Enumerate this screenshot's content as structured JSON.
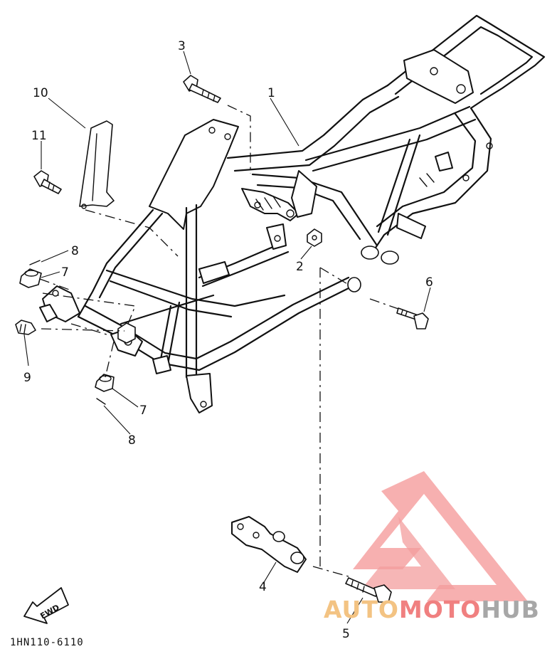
{
  "diagram": {
    "parts": [
      {
        "number": "1"
      },
      {
        "number": "2"
      },
      {
        "number": "3"
      },
      {
        "number": "4"
      },
      {
        "number": "5"
      },
      {
        "number": "6"
      },
      {
        "number": "7"
      },
      {
        "number": "7"
      },
      {
        "number": "8"
      },
      {
        "number": "8"
      },
      {
        "number": "9"
      },
      {
        "number": "10"
      },
      {
        "number": "11"
      }
    ],
    "direction_label": "FWD",
    "drawing_code": "1HN110-6110"
  },
  "watermark": {
    "word_part1": "AUTO",
    "word_part2": "MOTO",
    "word_part3": "HUB",
    "colors": {
      "auto": "#f3c383",
      "moto": "#f08080",
      "hub": "#a7a7a7",
      "logo": "#f28c8c"
    }
  }
}
